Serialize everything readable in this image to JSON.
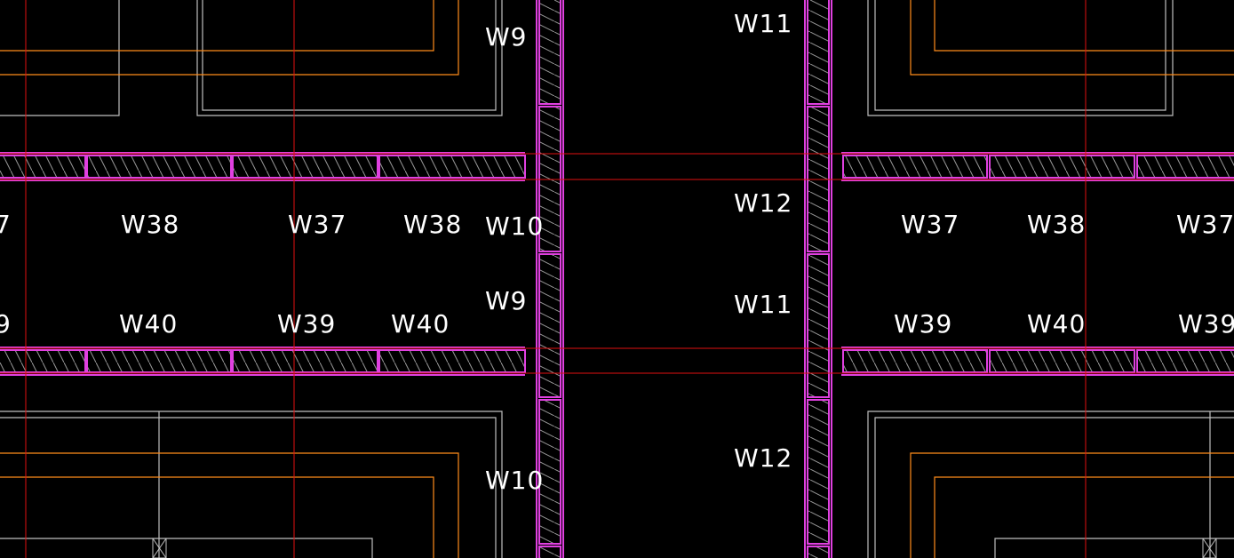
{
  "colors": {
    "background": "#000000",
    "wall": "#e040e0",
    "axis": "#e01010",
    "outline": "#bfbfbf",
    "offset": "#ff8c1a",
    "hatch": "#9a9a9a"
  },
  "labels": {
    "w9_top": "W9",
    "w11_top": "W11",
    "w12_upper": "W12",
    "w10_upper": "W10",
    "w9_mid": "W9",
    "w11_mid": "W11",
    "w12_lower": "W12",
    "w10_lower": "W10",
    "left_row1_partial": "7",
    "left_row1_a": "W38",
    "left_row1_b": "W37",
    "left_row1_c": "W38",
    "left_row2_partial": "9",
    "left_row2_a": "W40",
    "left_row2_b": "W39",
    "left_row2_c": "W40",
    "right_row1_a": "W37",
    "right_row1_b": "W38",
    "right_row1_c": "W37",
    "right_row2_a": "W39",
    "right_row2_b": "W40",
    "right_row2_c": "W39"
  }
}
